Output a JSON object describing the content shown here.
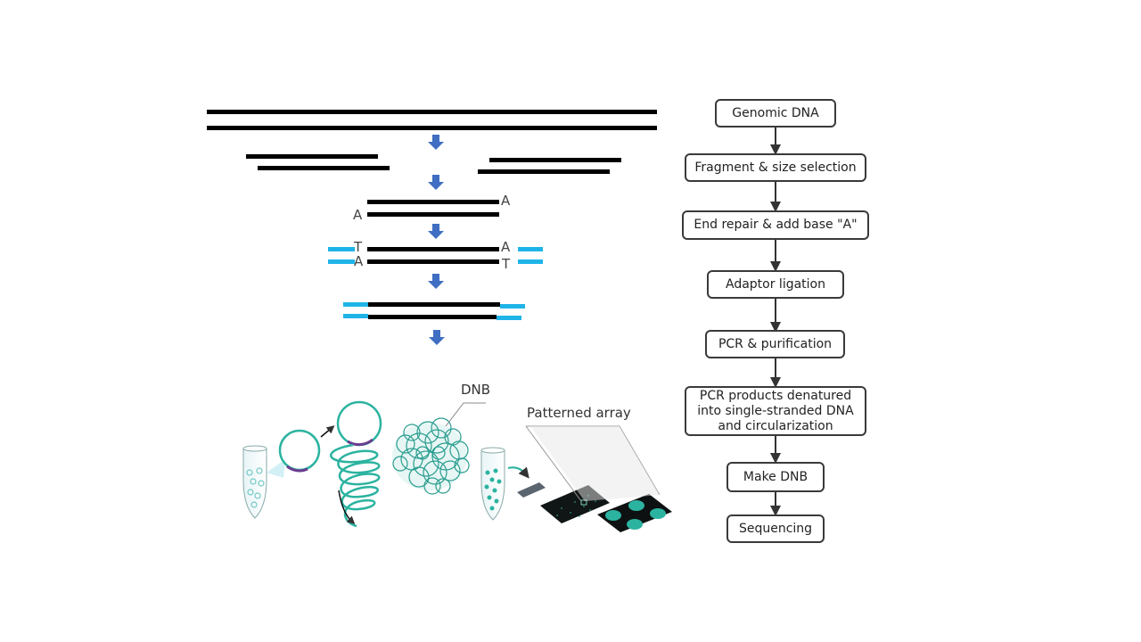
{
  "flowchart": {
    "steps": [
      "Genomic DNA",
      "Fragment & size selection",
      "End repair & add base \"A\"",
      "Adaptor ligation",
      "PCR & purification",
      "PCR products denatured into single-stranded DNA and circularization",
      "Make DNB",
      "Sequencing"
    ]
  },
  "illustration": {
    "dnb_label": "DNB",
    "array_label": "Patterned array",
    "nucleotides": {
      "a": "A",
      "t": "T"
    }
  },
  "colors": {
    "strand": "#000000",
    "adaptor": "#1fb4e8",
    "arrow": "#3f6ec2",
    "teal": "#2bb3a0",
    "box_border": "#3a3a3a"
  }
}
